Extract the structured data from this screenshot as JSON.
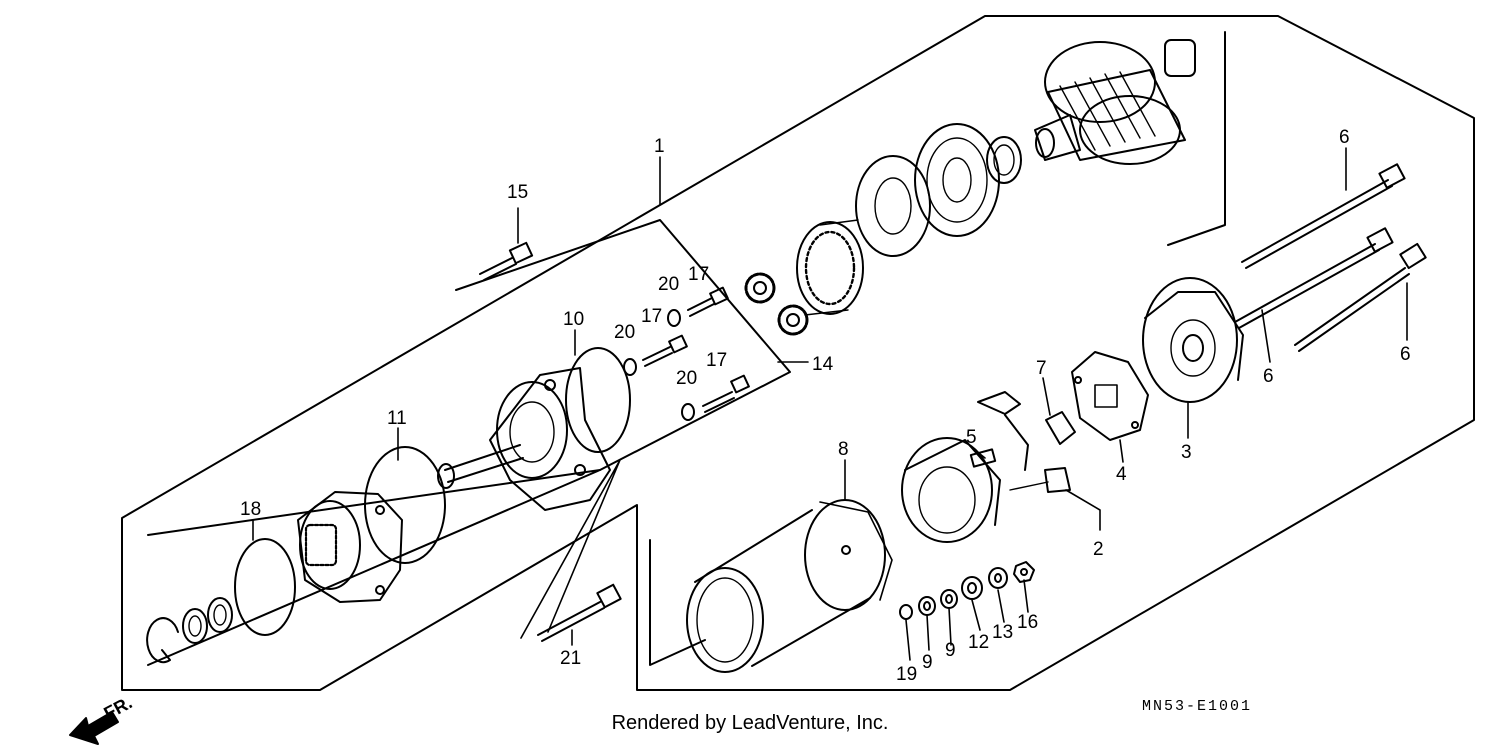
{
  "diagram": {
    "code": "MN53-E1001",
    "front_marker": "FR.",
    "footer": "Rendered by LeadVenture, Inc.",
    "callouts": [
      {
        "id": "c1",
        "label": "1"
      },
      {
        "id": "c2",
        "label": "2"
      },
      {
        "id": "c3",
        "label": "3"
      },
      {
        "id": "c4",
        "label": "4"
      },
      {
        "id": "c5",
        "label": "5"
      },
      {
        "id": "c6a",
        "label": "6"
      },
      {
        "id": "c6b",
        "label": "6"
      },
      {
        "id": "c6c",
        "label": "6"
      },
      {
        "id": "c7",
        "label": "7"
      },
      {
        "id": "c8",
        "label": "8"
      },
      {
        "id": "c9a",
        "label": "9"
      },
      {
        "id": "c9b",
        "label": "9"
      },
      {
        "id": "c10",
        "label": "10"
      },
      {
        "id": "c11",
        "label": "11"
      },
      {
        "id": "c12",
        "label": "12"
      },
      {
        "id": "c13",
        "label": "13"
      },
      {
        "id": "c14",
        "label": "14"
      },
      {
        "id": "c15",
        "label": "15"
      },
      {
        "id": "c16",
        "label": "16"
      },
      {
        "id": "c17a",
        "label": "17"
      },
      {
        "id": "c17b",
        "label": "17"
      },
      {
        "id": "c17c",
        "label": "17"
      },
      {
        "id": "c18",
        "label": "18"
      },
      {
        "id": "c19",
        "label": "19"
      },
      {
        "id": "c20a",
        "label": "20"
      },
      {
        "id": "c20b",
        "label": "20"
      },
      {
        "id": "c20c",
        "label": "20"
      },
      {
        "id": "c21",
        "label": "21"
      }
    ]
  }
}
